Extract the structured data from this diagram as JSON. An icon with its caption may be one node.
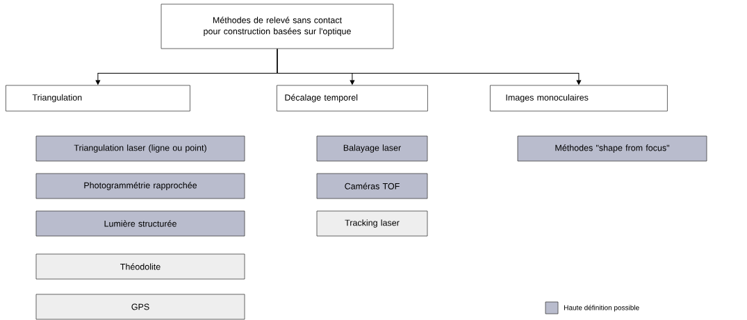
{
  "diagram": {
    "nodes": [
      {
        "text": [
          "Méthodes de relevé sans contact pour construction basées sur l'optique"
        ]
      },
      {
        "text": [
          "Triangulation"
        ]
      },
      {
        "text": [
          "Décalage temporel"
        ]
      },
      {
        "text": [
          "Images monoculaires"
        ]
      },
      {
        "text": [
          "Triangulation laser (ligne ou point)"
        ]
      },
      {
        "text": [
          "Photogrammétrie rapprochée"
        ]
      },
      {
        "text": [
          "Lumière structurée"
        ]
      },
      {
        "text": [
          "Théodolite"
        ]
      },
      {
        "text": [
          "GPS"
        ]
      },
      {
        "text": [
          "Balayage laser"
        ]
      },
      {
        "text": [
          "Caméras TOF"
        ]
      },
      {
        "text": [
          "Tracking laser"
        ]
      },
      {
        "text": [
          "Méthodes \"shape from focus\""
        ]
      }
    ],
    "edges": [
      {
        "from": 0,
        "to": 1,
        "arrow": "to"
      },
      {
        "from": 0,
        "to": 2,
        "arrow": "to"
      },
      {
        "from": 0,
        "to": 3,
        "arrow": "to"
      }
    ],
    "legend": [
      {
        "text": "Haute définition possible",
        "color": "#b9bccd"
      }
    ]
  }
}
